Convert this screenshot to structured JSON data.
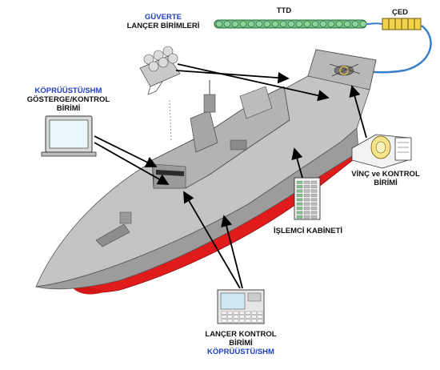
{
  "colors": {
    "accent": "#1f3fbf",
    "hull": "#a9a9a9",
    "deck": "#c4c4c4",
    "antifouling": "#e01b1b",
    "cable": "#3a7fc7",
    "ttd_fill": "#6fbf80",
    "ced_fill": "#f2d24a",
    "line": "#000000"
  },
  "labels": {
    "guverte": {
      "line1": "GÜVERTE",
      "line2": "LANÇER BİRİMLERİ"
    },
    "ttd": "TTD",
    "ced": "ÇED",
    "kopru_gosterge": {
      "line1": "KÖPRÜÜSTÜ/SHM",
      "line2": "GÖSTERGE/KONTROL",
      "line3": "BİRİMİ"
    },
    "vinc": {
      "line1": "VİNÇ ve KONTROL",
      "line2": "BİRİMİ"
    },
    "islemci": "İŞLEMCİ KABİNETİ",
    "lancer_kontrol": {
      "line1": "LANÇER KONTROL",
      "line2": "BİRİMİ",
      "line3": "KÖPRÜÜSTÜ/SHM"
    }
  }
}
